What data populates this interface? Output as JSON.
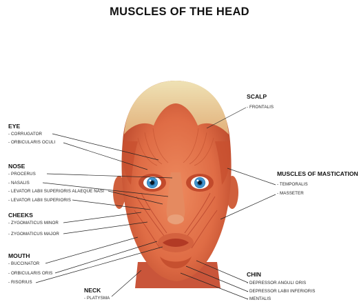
{
  "title": "MUSCLES OF THE HEAD",
  "groups": {
    "scalp": {
      "title": "SCALP",
      "items": [
        "FRONTALIS"
      ]
    },
    "eye": {
      "title": "EYE",
      "items": [
        "CORRUGATOR",
        "ORBICULARIS OCULI"
      ]
    },
    "nose": {
      "title": "NOSE",
      "items": [
        "PROCERUS",
        "NASALIS",
        "LEVATOR LABII SUPERIORIS ALAEQUE NASI",
        "LEVATOR LABII SUPERIORIS"
      ]
    },
    "mastication": {
      "title": "MUSCLES OF MASTICATION",
      "items": [
        "TEMPORALIS",
        "MASSETER"
      ]
    },
    "cheeks": {
      "title": "CHEEKS",
      "items": [
        "ZYGOMATICUS MINOR",
        "ZYGOMATICUS MAJOR"
      ]
    },
    "mouth": {
      "title": "MOUTH",
      "items": [
        "BUCCINATOR",
        "ORBICULARIS ORIS",
        "RISORIUS"
      ]
    },
    "chin": {
      "title": "CHIN",
      "items": [
        "DEPRESSOR ANGULI ORIS",
        "DEPRESSOR LABII INFERIORIS",
        "MENTALIS"
      ]
    },
    "neck": {
      "title": "NECK",
      "items": [
        "PLATYSMA"
      ]
    }
  },
  "colors": {
    "muscle": "#e0714a",
    "muscle_dark": "#b8442a",
    "tendon": "#e8d8a8",
    "iris": "#3a8ccc"
  }
}
